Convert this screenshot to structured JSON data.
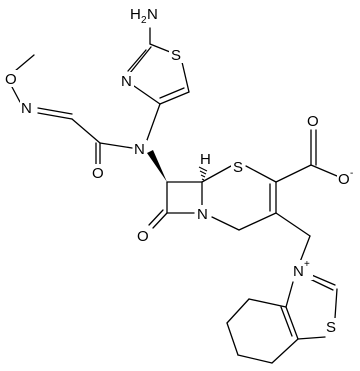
{
  "molecule": {
    "atoms": {
      "amine_nh2": {
        "label": "H",
        "sub": "2",
        "label2": "N"
      },
      "thiazole_n": {
        "label": "N"
      },
      "thiazole_s": {
        "label": "S"
      },
      "amide_n": {
        "label": "N"
      },
      "oxime_n": {
        "label": "N"
      },
      "oxime_o": {
        "label": "O"
      },
      "amide_o": {
        "label": "O"
      },
      "lactam_o": {
        "label": "O"
      },
      "ring_n": {
        "label": "N"
      },
      "thiazine_s": {
        "label": "S"
      },
      "stereo_h": {
        "label": "H"
      },
      "carboxyl_o_double": {
        "label": "O"
      },
      "carboxyl_o_minus": {
        "label": "O",
        "charge": "-"
      },
      "thiazolium_n": {
        "label": "N",
        "charge": "+"
      },
      "thiazolium_s": {
        "label": "S"
      }
    }
  }
}
